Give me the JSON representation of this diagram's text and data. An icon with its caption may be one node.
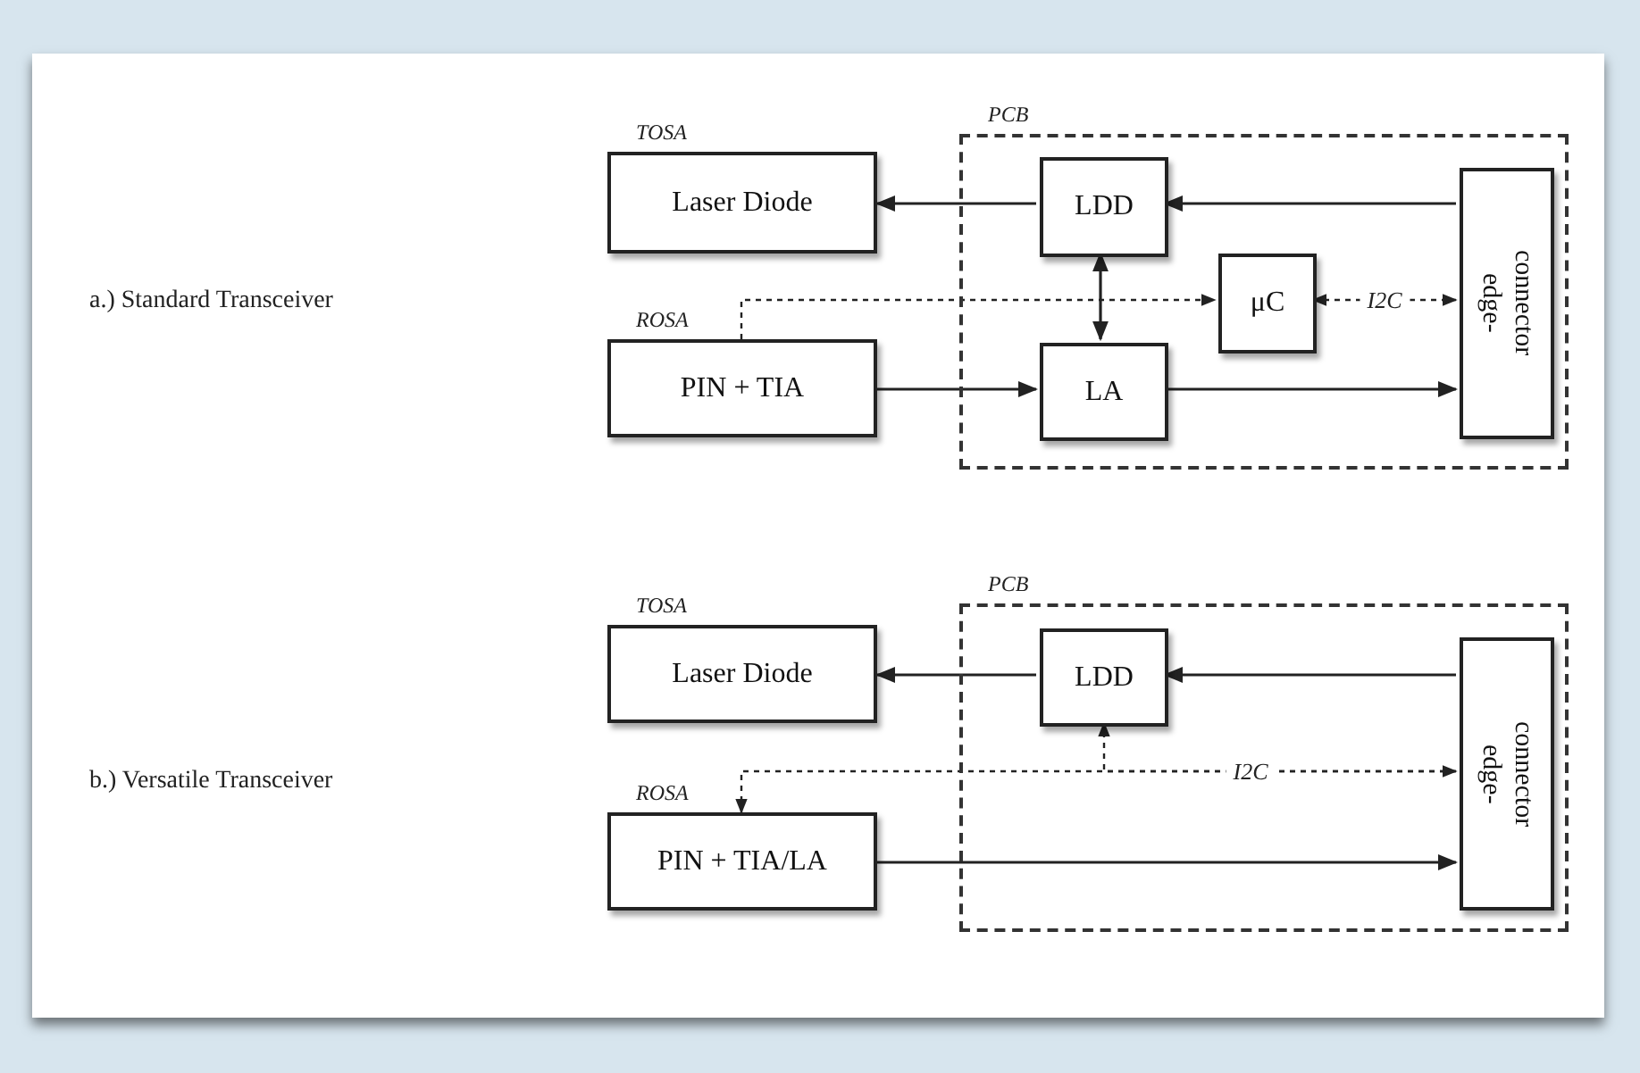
{
  "diagram": {
    "nodes": [
      {
        "text": [
          "PCB"
        ]
      },
      {
        "text": [
          "TOSA",
          "Laser Diode"
        ]
      },
      {
        "text": [
          "ROSA",
          "PIN + TIA"
        ]
      },
      {
        "text": [
          "LDD"
        ],
        "in": 0
      },
      {
        "text": [
          "μC"
        ],
        "in": 0
      },
      {
        "text": [
          "LA"
        ],
        "in": 0
      },
      {
        "text": [
          "edge-connector"
        ],
        "in": 0
      },
      {
        "text": [
          "PCB"
        ]
      },
      {
        "text": [
          "TOSA",
          "Laser Diode"
        ]
      },
      {
        "text": [
          "ROSA",
          "PIN + TIA/LA"
        ]
      },
      {
        "text": [
          "LDD"
        ],
        "in": 7
      },
      {
        "text": [
          "edge-connector"
        ],
        "in": 7
      }
    ],
    "edges": [
      {
        "from": 3,
        "to": 1,
        "arrow": "to"
      },
      {
        "from": 6,
        "to": 3,
        "arrow": "to"
      },
      {
        "from": 2,
        "to": 5,
        "arrow": "to"
      },
      {
        "from": 5,
        "to": 6,
        "arrow": "to"
      },
      {
        "from": 3,
        "to": 5,
        "arrow": "both"
      },
      {
        "from": 2,
        "to": 4,
        "arrow": "to",
        "style": "dashed"
      },
      {
        "from": 4,
        "to": 6,
        "arrow": "both",
        "style": "dashed",
        "label": "I2C"
      },
      {
        "from": 10,
        "to": 8,
        "arrow": "to"
      },
      {
        "from": 11,
        "to": 10,
        "arrow": "to"
      },
      {
        "from": 9,
        "to": 11,
        "arrow": "to"
      },
      {
        "from": 9,
        "to": 11,
        "arrow": "both",
        "style": "dashed",
        "label": "I2C"
      },
      {
        "from": 11,
        "to": 10,
        "arrow": "to",
        "style": "dashed"
      }
    ],
    "labels": [
      "a.) Standard Transceiver",
      "b.) Versatile Transceiver"
    ]
  }
}
